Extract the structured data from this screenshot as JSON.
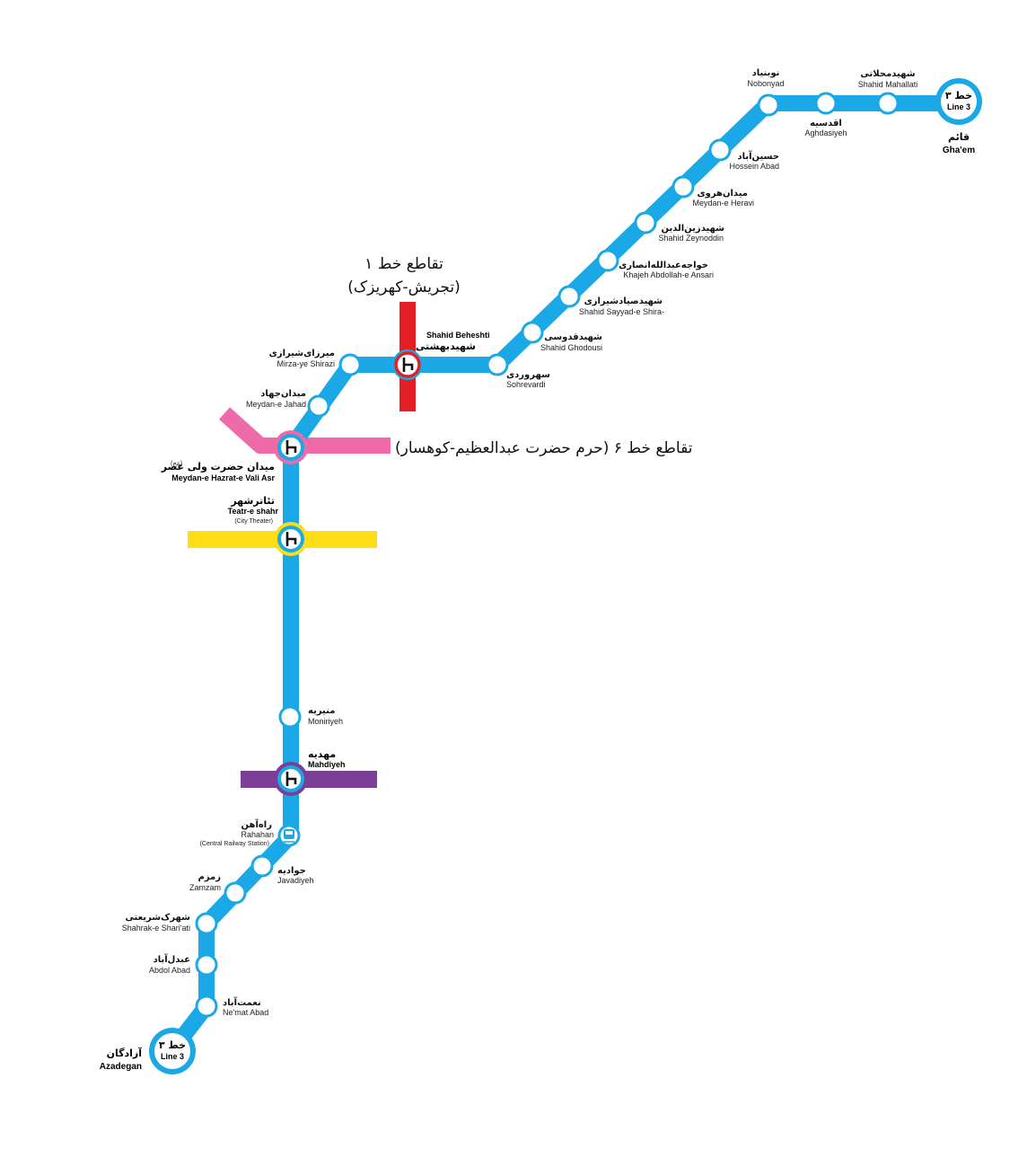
{
  "colors": {
    "line3": "#1aa9e6",
    "line1": "#e31e24",
    "line6": "#ef6aa9",
    "line4": "#ffde17",
    "line7": "#7b3f98"
  },
  "terminals": {
    "ghaem": {
      "fa": "قائم",
      "en": "Gha'em",
      "badge_fa": "خط ۳",
      "badge_en": "Line 3"
    },
    "azadegan": {
      "fa": "آزادگان",
      "en": "Azadegan",
      "badge_fa": "خط ۳",
      "badge_en": "Line 3"
    }
  },
  "stations": {
    "shahid_mahallati": {
      "fa": "شهیدمحلاتی",
      "en": "Shahid Mahallati"
    },
    "aghdasiyeh": {
      "fa": "اقدسیه",
      "en": "Aghdasiyeh"
    },
    "nobonyad": {
      "fa": "نوبنیاد",
      "en": "Nobonyad"
    },
    "hossein_abad": {
      "fa": "حسین‌آباد",
      "en": "Hossein Abad"
    },
    "meydan_heravi": {
      "fa": "میدان‌هروی",
      "en": "Meydan-e Heravi"
    },
    "shahid_zeynoddin": {
      "fa": "شهیدزین‌الدین",
      "en": "Shahid Zeynoddin"
    },
    "khajeh_abdollah": {
      "fa": "خواجه‌عبدالله‌انصاری",
      "en": "Khajeh Abdollah-e Ansari"
    },
    "shahid_sayyad": {
      "fa": "شهیدصیادشیرازی",
      "en": "Shahid Sayyad-e Shira-"
    },
    "shahid_ghodousi": {
      "fa": "شهیدقدوسی",
      "en": "Shahid Ghodousi"
    },
    "sohrevardi": {
      "fa": "سهروردی",
      "en": "Sohrevardi"
    },
    "shahid_beheshti": {
      "fa": "شهیدبهشتی",
      "en": "Shahid Beheshti"
    },
    "mirza_shirazi": {
      "fa": "میرزای‌شیرازی",
      "en": "Mirza-ye Shirazi"
    },
    "meydan_jahad": {
      "fa": "میدان‌جهاد",
      "en": "Meydan-e Jahad"
    },
    "vali_asr": {
      "fa": "میدان حضرت ولی عصر",
      "sup": "(عج)",
      "en": "Meydan-e Hazrat-e Vali Asr"
    },
    "teatr_shahr": {
      "fa": "تئاترشهر",
      "en": "Teatr-e shahr",
      "en_sub": "(City Theater)"
    },
    "moniriyeh": {
      "fa": "منیریه",
      "en": "Moniriyeh"
    },
    "mahdiyeh": {
      "fa": "مهدیه",
      "en": "Mahdiyeh"
    },
    "rahahan": {
      "fa": "راه‌آهن",
      "en": "Rahahan",
      "en_sub": "(Central Railway Station)"
    },
    "javadiyeh": {
      "fa": "جوادیه",
      "en": "Javadiyeh"
    },
    "zamzam": {
      "fa": "زمزم",
      "en": "Zamzam"
    },
    "shahrak_shariati": {
      "fa": "شهرک‌شریعتی",
      "en": "Shahrak-e Shari'ati"
    },
    "abdol_abad": {
      "fa": "عبدل‌آباد",
      "en": "Abdol Abad"
    },
    "nemat_abad": {
      "fa": "نعمت‌آباد",
      "en": "Ne'mat Abad"
    }
  },
  "notes": {
    "line1_title": "تقاطع خط ۱",
    "line1_sub": "(تجریش-کهریزک)",
    "line6": "تقاطع خط ۶ (حرم حضرت عبدالعظیم-کوهسار)"
  },
  "icons": {
    "interchange": "interchange-icon",
    "train": "train-icon"
  }
}
